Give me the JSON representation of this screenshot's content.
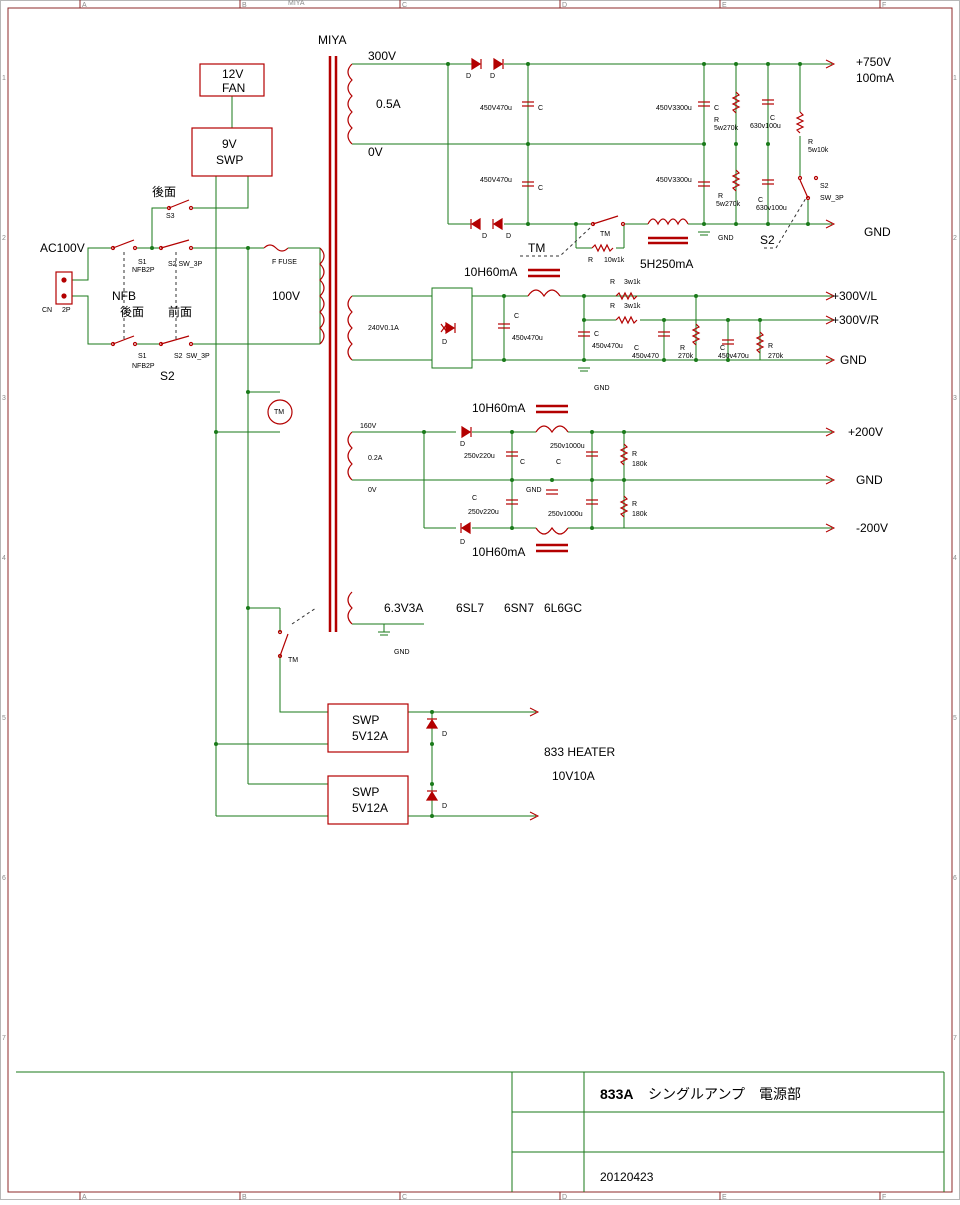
{
  "frame": {
    "columns": [
      "A",
      "B",
      "C",
      "D",
      "E",
      "F"
    ],
    "rows": [
      "1",
      "2",
      "3",
      "4",
      "5",
      "6",
      "7"
    ],
    "corner_text": "MIYA"
  },
  "title_block": {
    "title_bold": "833A",
    "title_rest": "シングルアンプ　電源部",
    "date": "20120423"
  },
  "colors": {
    "wire": "#1a7a1a",
    "component": "#b30000",
    "frame": "#8c2a2a"
  },
  "labels": {
    "transformer": "MIYA",
    "fan_top": "12V",
    "fan_bottom": "FAN",
    "swp9_top": "9V",
    "swp9_bottom": "SWP",
    "ac": "AC100V",
    "koumen_1": "後面",
    "s3": "S3",
    "s1": "S1",
    "nfb2p": "NFB2P",
    "s2_sw": "S2 SW_3P",
    "cn": "CN",
    "cn_2p": "2P",
    "nfb": "NFB",
    "koumen_2": "後面",
    "zenmen": "前面",
    "s1b": "S1",
    "nfb2p_b": "NFB2P",
    "s2b": "S2",
    "sw3p_b": "SW_3P",
    "s2_big": "S2",
    "f_fuse": "F  FUSE",
    "prim_100v": "100V",
    "tm_motor": "TM",
    "tm_sw": "TM",
    "sec_300v": "300V",
    "sec_05a": "0.5A",
    "sec_0v": "0V",
    "d1": "D",
    "d2": "D",
    "d3": "D",
    "d4": "D",
    "c_450_1": "450V470u",
    "c_450_2": "450V470u",
    "c_label_1": "C",
    "c_label_2": "C",
    "c_3300_1": "450V3300u",
    "c_3300_2": "450V3300u",
    "c_e1": "C",
    "r_e1": "R",
    "r_e1v": "5w270k",
    "r_e2": "R",
    "r_e2v": "5w270k",
    "c_630_1": "630v100u",
    "c_630_2": "630v100u",
    "c_f1": "C",
    "c_f2": "C",
    "r_f": "R",
    "r_fv": "5w10k",
    "s2_right": "S2",
    "sw3p_right": "SW_3P",
    "out_750": "+750V",
    "out_100ma": "100mA",
    "gnd1": "GND",
    "gnd1_small": "GND",
    "s2_right_big": "S2",
    "tm_label": "TM",
    "tm_sw2": "TM",
    "r_tm": "R",
    "r_tm_v": "10w1k",
    "choke_5h": "5H250mA",
    "choke_10h_1": "10H60mA",
    "sec_240": "240V0.1A",
    "bridge_d": "D",
    "c_3_1": "C",
    "c_3_1v": "450v470u",
    "c_3_2": "C",
    "c_3_2v": "450v470u",
    "r_3w_1": "R",
    "r_3w_1v": "3w1k",
    "r_3w_2": "R",
    "r_3w_2v": "3w1k",
    "c_3_3": "C",
    "c_3_3v": "450v470",
    "r_3_270a": "R",
    "r_3_270av": "270k",
    "c_3_4": "C",
    "c_3_4v": "450v470u",
    "r_3_270b": "R",
    "r_3_270bv": "270k",
    "gnd2_small": "GND",
    "out_300l": "+300V/L",
    "out_300r": "+300V/R",
    "gnd2": "GND",
    "choke_10h_2": "10H60mA",
    "sec_160": "160V",
    "sec_02a": "0.2A",
    "sec_0v_b": "0V",
    "d5": "D",
    "c_220_1": "250v220u",
    "c_1000_1": "250v1000u",
    "c_mid_1": "C",
    "r_180_1": "R",
    "r_180_1v": "180k",
    "gnd3_small": "GND",
    "c_mid_2": "C",
    "c_left_2": "C",
    "c_220_2": "250v220u",
    "c_1000_2": "250v1000u",
    "r_180_2": "R",
    "r_180_2v": "180k",
    "d6": "D",
    "choke_10h_3": "10H60mA",
    "out_200p": "+200V",
    "gnd3": "GND",
    "out_200n": "-200V",
    "sec_63": "6.3V3A",
    "tube_1": "6SL7",
    "tube_2": "6SN7",
    "tube_3": "6L6GC",
    "gnd4": "GND",
    "swp_a_top": "SWP",
    "swp_a_bottom": "5V12A",
    "swp_b_top": "SWP",
    "swp_b_bottom": "5V12A",
    "d7": "D",
    "d8": "D",
    "heater_1": "833 HEATER",
    "heater_2": "10V10A"
  }
}
